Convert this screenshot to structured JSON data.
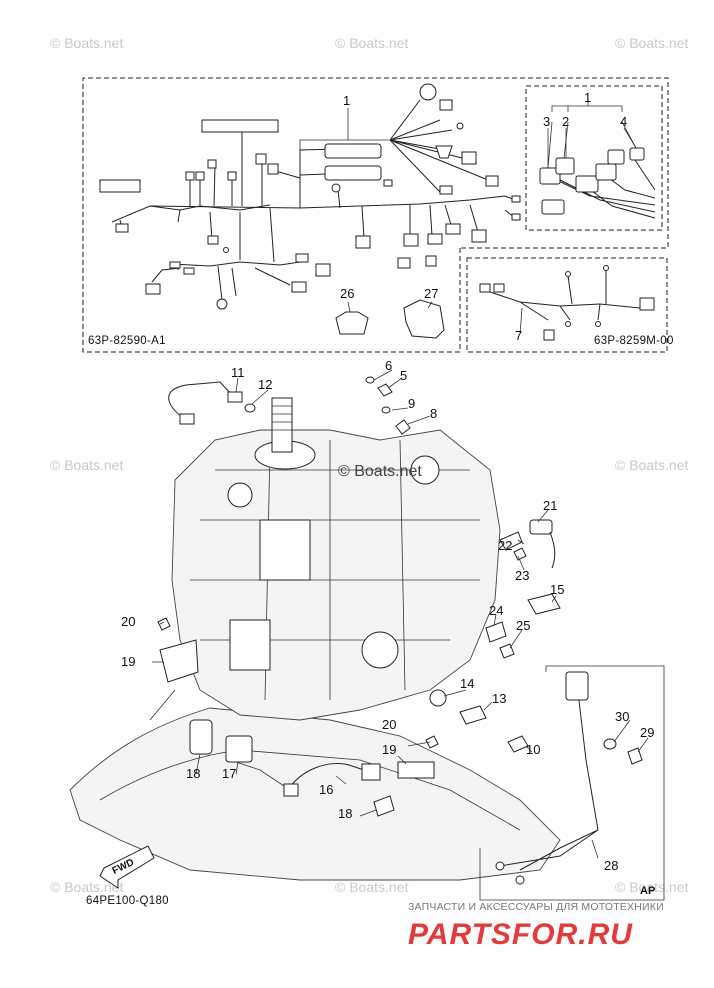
{
  "watermarks": [
    "© Boats.net",
    "© Boats.net",
    "© Boats.net",
    "© Boats.net",
    "© Boats.net",
    "© Boats.net",
    "© Boats.net",
    "© Boats.net"
  ],
  "center_watermark": "© Boats.net",
  "box_codes": {
    "harness_main": "63P-82590-A1",
    "harness_sub": "63P-8259M-00",
    "figure": "64PE100-Q180"
  },
  "fwd_label": "FWD",
  "ap_label": "AP",
  "shop": {
    "subtitle": "ЗАПЧАСТИ И АКСЕССУАРЫ ДЛЯ МОТОТЕХНИКИ",
    "name": "PARTSFOR.RU"
  },
  "callouts": {
    "c1a": "1",
    "c1b": "1",
    "c2": "2",
    "c3": "3",
    "c4": "4",
    "c5": "5",
    "c6": "6",
    "c7": "7",
    "c8": "8",
    "c9": "9",
    "c10": "10",
    "c11": "11",
    "c12": "12",
    "c13": "13",
    "c14": "14",
    "c15": "15",
    "c16": "16",
    "c17": "17",
    "c18a": "18",
    "c18b": "18",
    "c19a": "19",
    "c19b": "19",
    "c20a": "20",
    "c20b": "20",
    "c21": "21",
    "c22": "22",
    "c23": "23",
    "c24": "24",
    "c25": "25",
    "c26": "26",
    "c27": "27",
    "c28": "28",
    "c29": "29",
    "c30": "30"
  }
}
